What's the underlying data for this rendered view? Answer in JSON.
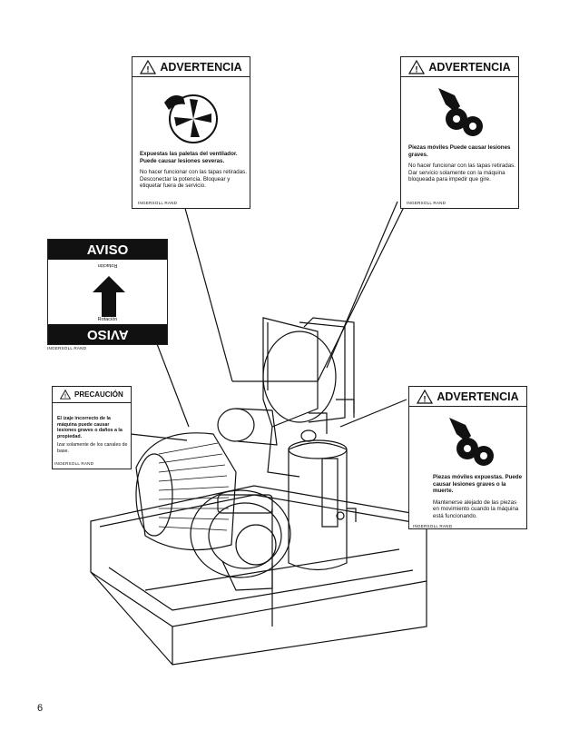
{
  "labels": {
    "fan_warning": {
      "title": "ADVERTENCIA",
      "bold_text": "Expuestas las paletas del ventilador. Puede causar lesiones severas.",
      "body_text": "No hacer funcionar con las tapas retiradas. Desconectar la potencia. Bloquear y etiquetar fuera de servicio.",
      "brand": "INGERSOLL RAND"
    },
    "gear_warning_top": {
      "title": "ADVERTENCIA",
      "bold_text": "Piezas móviles Puede causar lesiones graves.",
      "body_text": "No hacer funcionar con las tapas retiradas. Dar servicio solamente con la máquina bloqueada para impedir que gire.",
      "brand": "INGERSOLL RAND"
    },
    "rotation_notice": {
      "title": "AVISO",
      "title_mirrored": "AVISO",
      "arrow_label": "Rotación",
      "arrow_label_mirrored": "Rotación",
      "brand": "INGERSOLL RAND"
    },
    "caution": {
      "title": "PRECAUCIÓN",
      "bold_text": "El izaje incorrecto de la máquina puede causar lesiones graves o daños a la propiedad.",
      "body_text": "Izar solamente de los canales de base.",
      "brand": "INGERSOLL RAND"
    },
    "gear_warning_right": {
      "title": "ADVERTENCIA",
      "bold_text": "Piezas móviles expuestas. Puede causar lesiones graves o la muerte.",
      "body_text": "Mantenerse alejado de las piezas en movimiento cuando la máquina está funcionando.",
      "brand": "INGERSOLL RAND"
    }
  },
  "page_number": "6"
}
